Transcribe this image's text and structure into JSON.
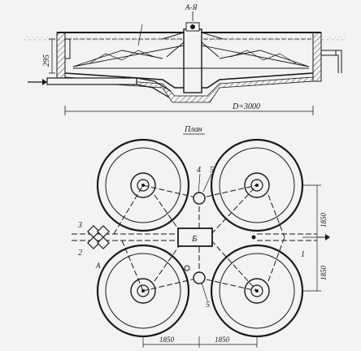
{
  "section": {
    "cut_label": "А-Я",
    "depth_dim": "295",
    "diameter_dim": "D=3000"
  },
  "plan": {
    "title": "План",
    "center_box_label": "Б",
    "callouts": {
      "n1": "1",
      "n2": "2",
      "n3": "3",
      "n4": "4",
      "n5_top": "5",
      "n5_bottom": "5",
      "nA": "А"
    },
    "dims": {
      "vert_upper": "1850",
      "vert_lower": "1850",
      "horiz_left": "1850",
      "horiz_right": "1850"
    }
  }
}
